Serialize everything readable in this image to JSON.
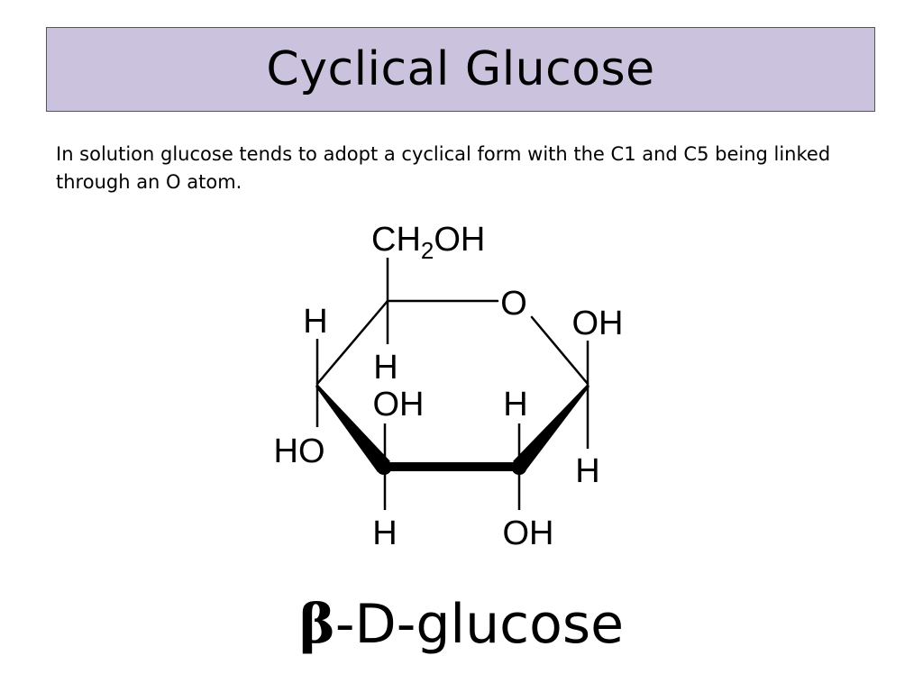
{
  "slide": {
    "title": "Cyclical Glucose",
    "intro": "In solution glucose tends to adopt a cyclical form with the C1 and C5 being linked through an O atom.",
    "caption_beta": "β",
    "caption_rest": "-D-glucose",
    "colors": {
      "title_background": "#cbc3dd",
      "title_border": "#555555",
      "text": "#000000",
      "background": "#ffffff"
    }
  },
  "molecule": {
    "group_ch2oh": {
      "ch": "CH",
      "sub": "2",
      "oh": "OH"
    },
    "ring_oxygen": "O",
    "c1_top": "OH",
    "c1_bottom": "H",
    "c2_top": "H",
    "c2_bottom": "OH",
    "c3_top": "OH",
    "c3_bottom": "H",
    "c4_top": "H",
    "c4_bottom": "HO",
    "c5_bottom": "H"
  }
}
